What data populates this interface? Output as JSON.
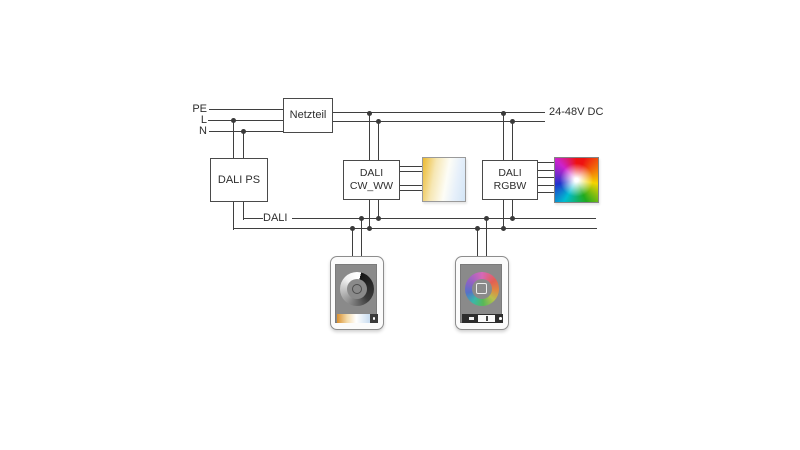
{
  "wire_labels": {
    "pe": "PE",
    "live": "L",
    "neutral": "N",
    "dc_voltage": "24-48V DC",
    "dali_bus": "DALI"
  },
  "components": {
    "power_supply": {
      "label": "Netzteil"
    },
    "dali_power_supply": {
      "label": "DALI PS"
    },
    "dali_cw_ww_driver": {
      "label_line1": "DALI",
      "label_line2": "CW_WW"
    },
    "dali_rgbw_driver": {
      "label_line1": "DALI",
      "label_line2": "RGBW"
    }
  },
  "lights": {
    "tunable_white_light": {
      "icon": "tunable-white-gradient-square",
      "gradient": [
        "#ecba31",
        "#fdfdf6",
        "#d3e5f6"
      ]
    },
    "rgbw_light": {
      "icon": "color-wheel-square",
      "wheel_colors": [
        "#ee1111",
        "#f5d400",
        "#1faa1f",
        "#00bcd0",
        "#2233cc",
        "#cc22cc"
      ],
      "center_color": "#ffffff"
    }
  },
  "panels": {
    "dimmer_panel": {
      "icon": "touch-dimmer-panel",
      "ring": "grayscale-dimmer-ring",
      "center_icon": "power-icon",
      "slider_colors": [
        "#d98f2e",
        "#ffffff",
        "#c8dcf0"
      ]
    },
    "color_panel": {
      "icon": "touch-color-wheel-panel",
      "ring": "hue-ring",
      "center_icon": "square-icon",
      "slider_color": "#2d2d2d"
    }
  },
  "colors": {
    "background": "#ffffff",
    "wire": "#3f3f3f",
    "box_border": "#4a4a4a",
    "box_fill": "#ffffff",
    "panel_body": "#fbfbfb",
    "panel_screen": "#8a8a8a",
    "text": "#2e2e2e"
  }
}
